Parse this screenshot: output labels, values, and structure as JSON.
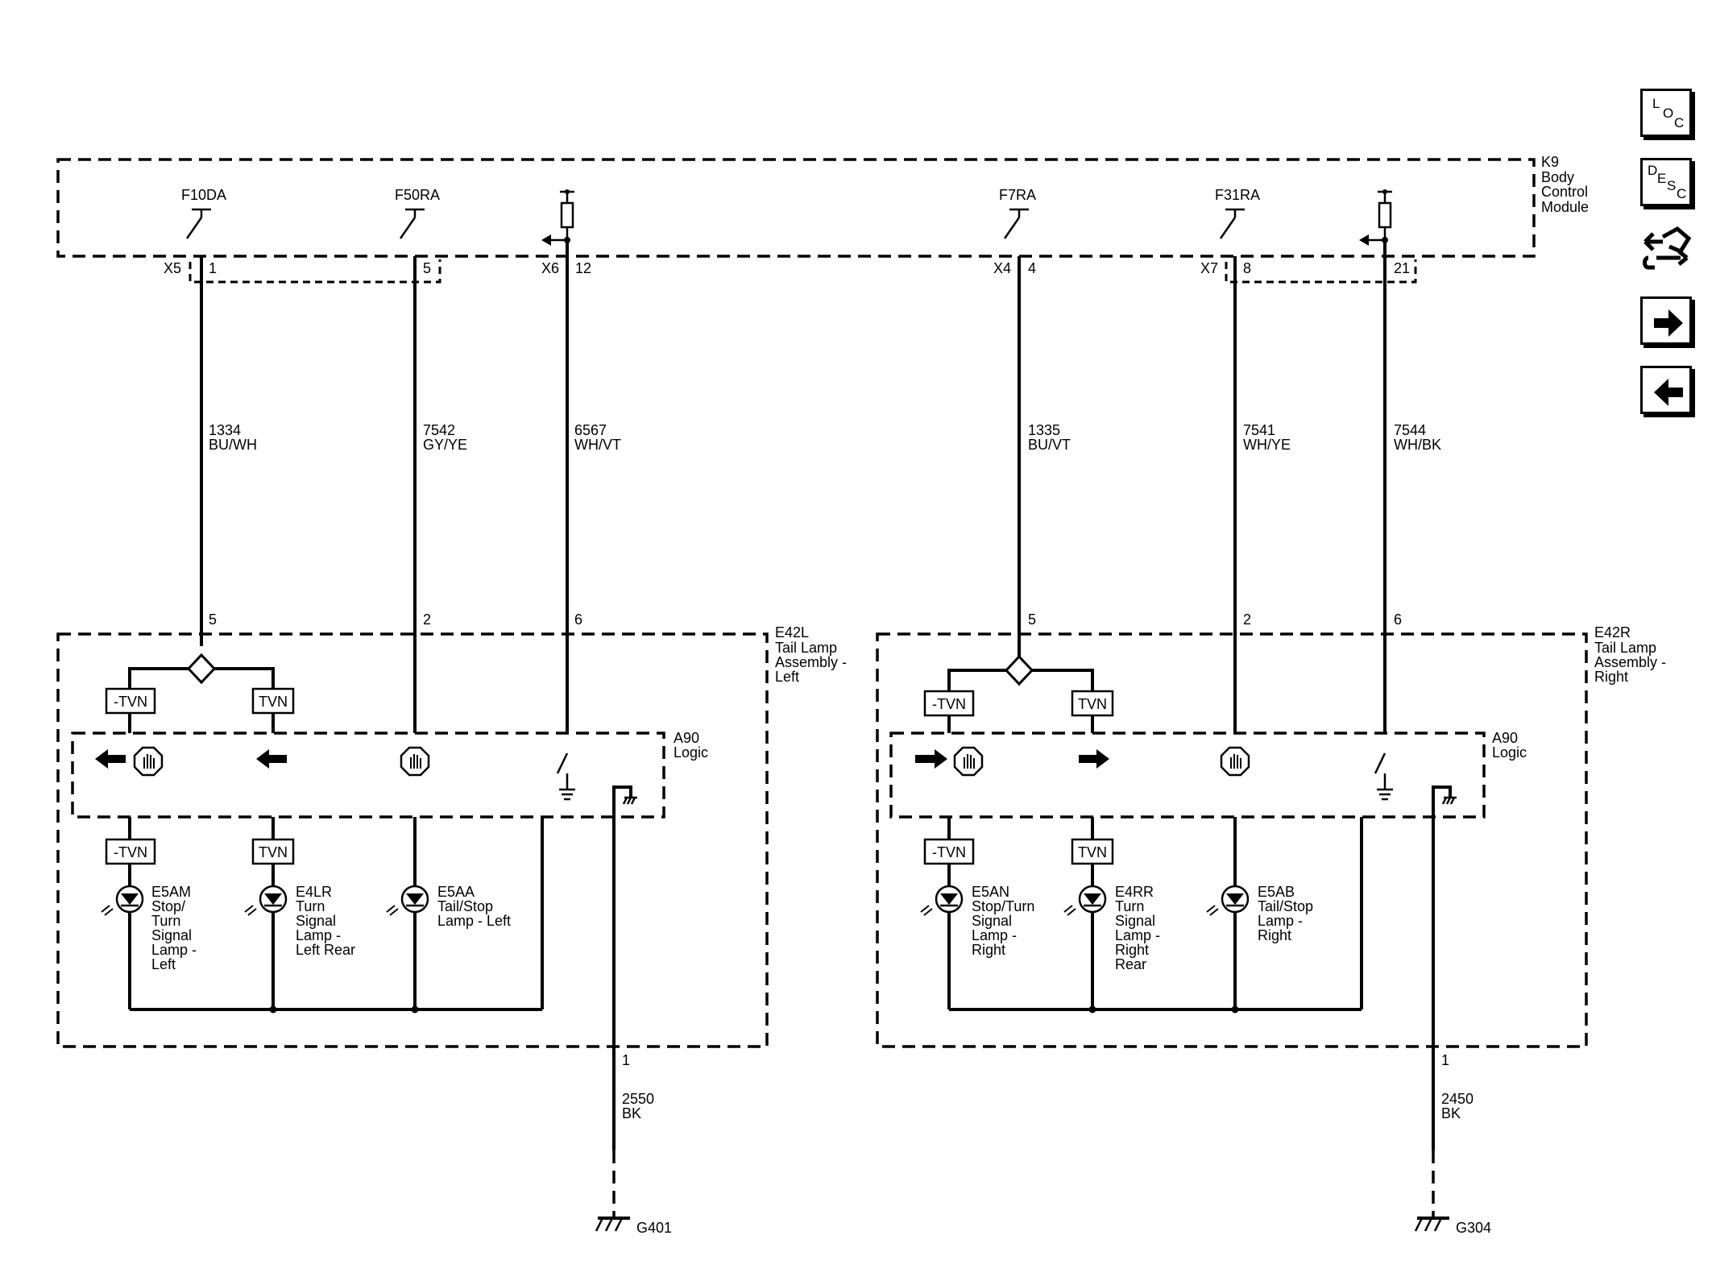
{
  "modules": {
    "bcm": {
      "id": "K9",
      "name_lines": [
        "Body",
        "Control",
        "Module"
      ]
    },
    "left_assy": {
      "id": "E42L",
      "name_lines": [
        "Tail Lamp",
        "Assembly -",
        "Left"
      ]
    },
    "right_assy": {
      "id": "E42R",
      "name_lines": [
        "Tail Lamp",
        "Assembly -",
        "Right"
      ]
    },
    "logic_left": {
      "id": "A90",
      "name": "Logic"
    },
    "logic_right": {
      "id": "A90",
      "name": "Logic"
    }
  },
  "outputs": [
    "F10DA",
    "F50RA",
    "F7RA",
    "F31RA"
  ],
  "connectors": {
    "x5": "X5",
    "x5_p1": "1",
    "x5_p5": "5",
    "x6": "X6",
    "x6_p12": "12",
    "x4": "X4",
    "x4_p4": "4",
    "x7": "X7",
    "x7_p8": "8",
    "x7_p21": "21"
  },
  "wires": [
    {
      "circuit": "1334",
      "color": "BU/WH"
    },
    {
      "circuit": "7542",
      "color": "GY/YE"
    },
    {
      "circuit": "6567",
      "color": "WH/VT"
    },
    {
      "circuit": "1335",
      "color": "BU/VT"
    },
    {
      "circuit": "7541",
      "color": "WH/YE"
    },
    {
      "circuit": "7544",
      "color": "WH/BK"
    },
    {
      "circuit": "2550",
      "color": "BK"
    },
    {
      "circuit": "2450",
      "color": "BK"
    }
  ],
  "assy_pins": {
    "l5": "5",
    "l2": "2",
    "l6": "6",
    "r5": "5",
    "r2": "2",
    "r6": "6",
    "lg": "1",
    "rg": "1"
  },
  "tvn": {
    "neg": "-TVN",
    "pos": "TVN"
  },
  "lamps_left": [
    {
      "id": "E5AM",
      "lines": [
        "Stop/",
        "Turn",
        "Signal",
        "Lamp -",
        "Left"
      ]
    },
    {
      "id": "E4LR",
      "lines": [
        "Turn",
        "Signal",
        "Lamp -",
        "Left Rear"
      ]
    },
    {
      "id": "E5AA",
      "lines": [
        "Tail/Stop",
        "Lamp - Left"
      ]
    }
  ],
  "lamps_right": [
    {
      "id": "E5AN",
      "lines": [
        "Stop/Turn",
        "Signal",
        "Lamp -",
        "Right"
      ]
    },
    {
      "id": "E4RR",
      "lines": [
        "Turn",
        "Signal",
        "Lamp -",
        "Right",
        "Rear"
      ]
    },
    {
      "id": "E5AB",
      "lines": [
        "Tail/Stop",
        "Lamp -",
        "Right"
      ]
    }
  ],
  "grounds": [
    "G401",
    "G304"
  ],
  "nav": {
    "loc": [
      "L",
      "O",
      "C"
    ],
    "desc": [
      "D",
      "E",
      "S",
      "C"
    ],
    "icons": [
      "connector-swap-icon",
      "arrow-right-icon",
      "arrow-left-icon"
    ]
  }
}
